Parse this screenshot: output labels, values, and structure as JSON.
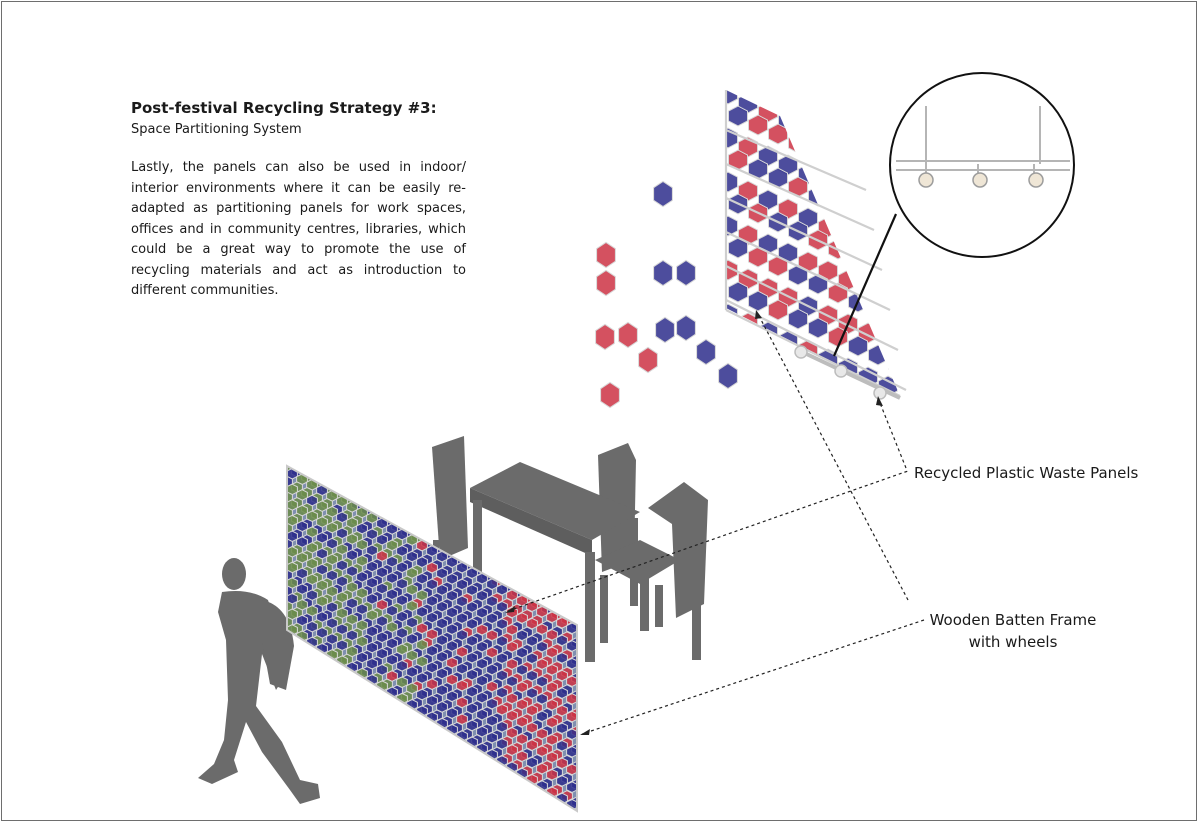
{
  "heading": {
    "title": "Post-festival Recycling Strategy #3:",
    "subtitle": "Space Partitioning System",
    "body": "Lastly, the panels can also be used in indoor/ interior environments where it can be easily re-adapted as partitioning panels for work spaces, offices and in community centres, libraries, which could be a great way to promote the use of recycling materials and act as introduction to different communities."
  },
  "callouts": {
    "panels_label": "Recycled Plastic Waste Panels",
    "frame_label_line1": "Wooden Batten Frame",
    "frame_label_line2": "with wheels"
  },
  "colors": {
    "hex_red": "#cc3344",
    "hex_blue": "#2e2e8c",
    "hex_green": "#6b8c4a",
    "silhouette": "#6b6b6b",
    "frame_line": "#c9c9c9"
  }
}
